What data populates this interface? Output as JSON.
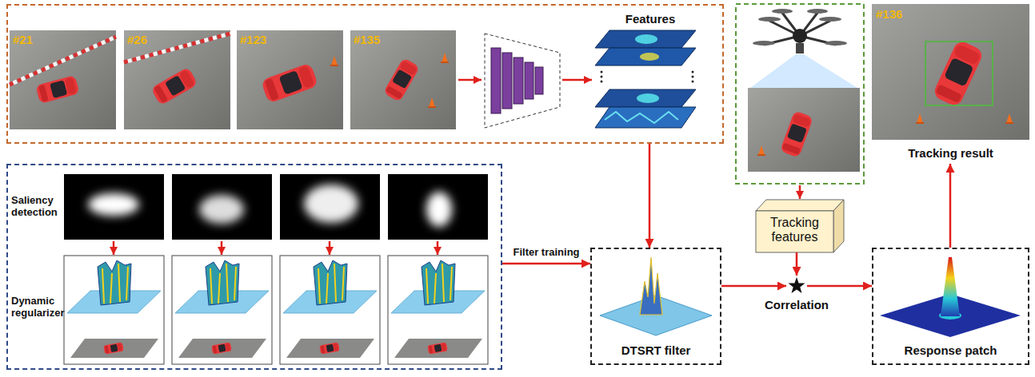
{
  "diagram": {
    "nodes": [
      {
        "text": [
          "Features"
        ]
      },
      {
        "text": [
          "#21"
        ],
        "in": 0
      },
      {
        "text": [
          "#26"
        ],
        "in": 0
      },
      {
        "text": [
          "#123"
        ],
        "in": 0
      },
      {
        "text": [
          "#135"
        ],
        "in": 0
      },
      {
        "text": [
          "#136",
          "Tracking result"
        ]
      },
      {
        "text": [
          "Saliency detection",
          "Dynamic regularizer"
        ]
      },
      {
        "text": [
          "DTSRT filter"
        ]
      },
      {
        "text": [
          "Tracking features"
        ]
      },
      {
        "text": [
          "Correlation"
        ]
      },
      {
        "text": [
          "Response patch"
        ]
      }
    ],
    "edges": [
      {
        "from": 0,
        "to": 7,
        "arrow": "to"
      },
      {
        "from": 6,
        "to": 7,
        "label": "Filter training",
        "arrow": "to"
      },
      {
        "from": 8,
        "to": 9,
        "arrow": "to"
      },
      {
        "from": 7,
        "to": 9,
        "arrow": "to"
      },
      {
        "from": 9,
        "to": 10,
        "arrow": "to"
      },
      {
        "from": 10,
        "to": 5,
        "arrow": "to"
      }
    ]
  }
}
